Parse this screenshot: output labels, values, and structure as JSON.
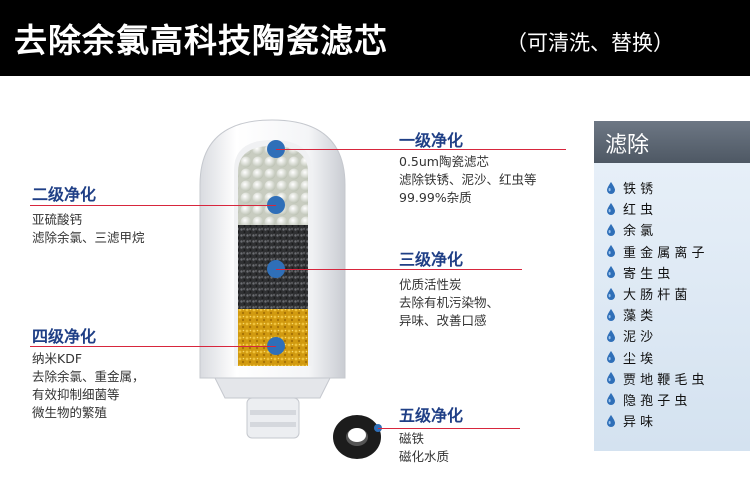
{
  "header": {
    "title": "去除余氯高科技陶瓷滤芯",
    "subtitle": "（可清洗、替换）"
  },
  "stages": {
    "s1": {
      "title": "一级净化",
      "desc": [
        "0.5um陶瓷滤芯",
        "滤除铁锈、泥沙、红虫等",
        "99.99%杂质"
      ]
    },
    "s2": {
      "title": "二级净化",
      "desc": [
        "亚硫酸钙",
        "滤除余氯、三滤甲烷"
      ]
    },
    "s3": {
      "title": "三级净化",
      "desc": [
        "优质活性炭",
        "去除有机污染物、",
        "异味、改善口感"
      ]
    },
    "s4": {
      "title": "四级净化",
      "desc": [
        "纳米KDF",
        "去除余氯、重金属，",
        "有效抑制细菌等",
        "微生物的繁殖"
      ]
    },
    "s5": {
      "title": "五级净化",
      "desc": [
        "磁铁",
        "磁化水质"
      ]
    }
  },
  "panel": {
    "title": "滤除",
    "items": [
      "铁 锈",
      "红 虫",
      "余 氯",
      "重 金 属 离 子",
      "寄 生 虫",
      "大 肠 杆 菌",
      "藻 类",
      "泥 沙",
      "尘 埃",
      "贾 地 鞭 毛 虫",
      "隐 孢 子 虫",
      "异 味"
    ]
  },
  "colors": {
    "accent_line": "#d7263d",
    "title_blue": "#1f3f86",
    "dot_blue": "#2f6fb8"
  }
}
